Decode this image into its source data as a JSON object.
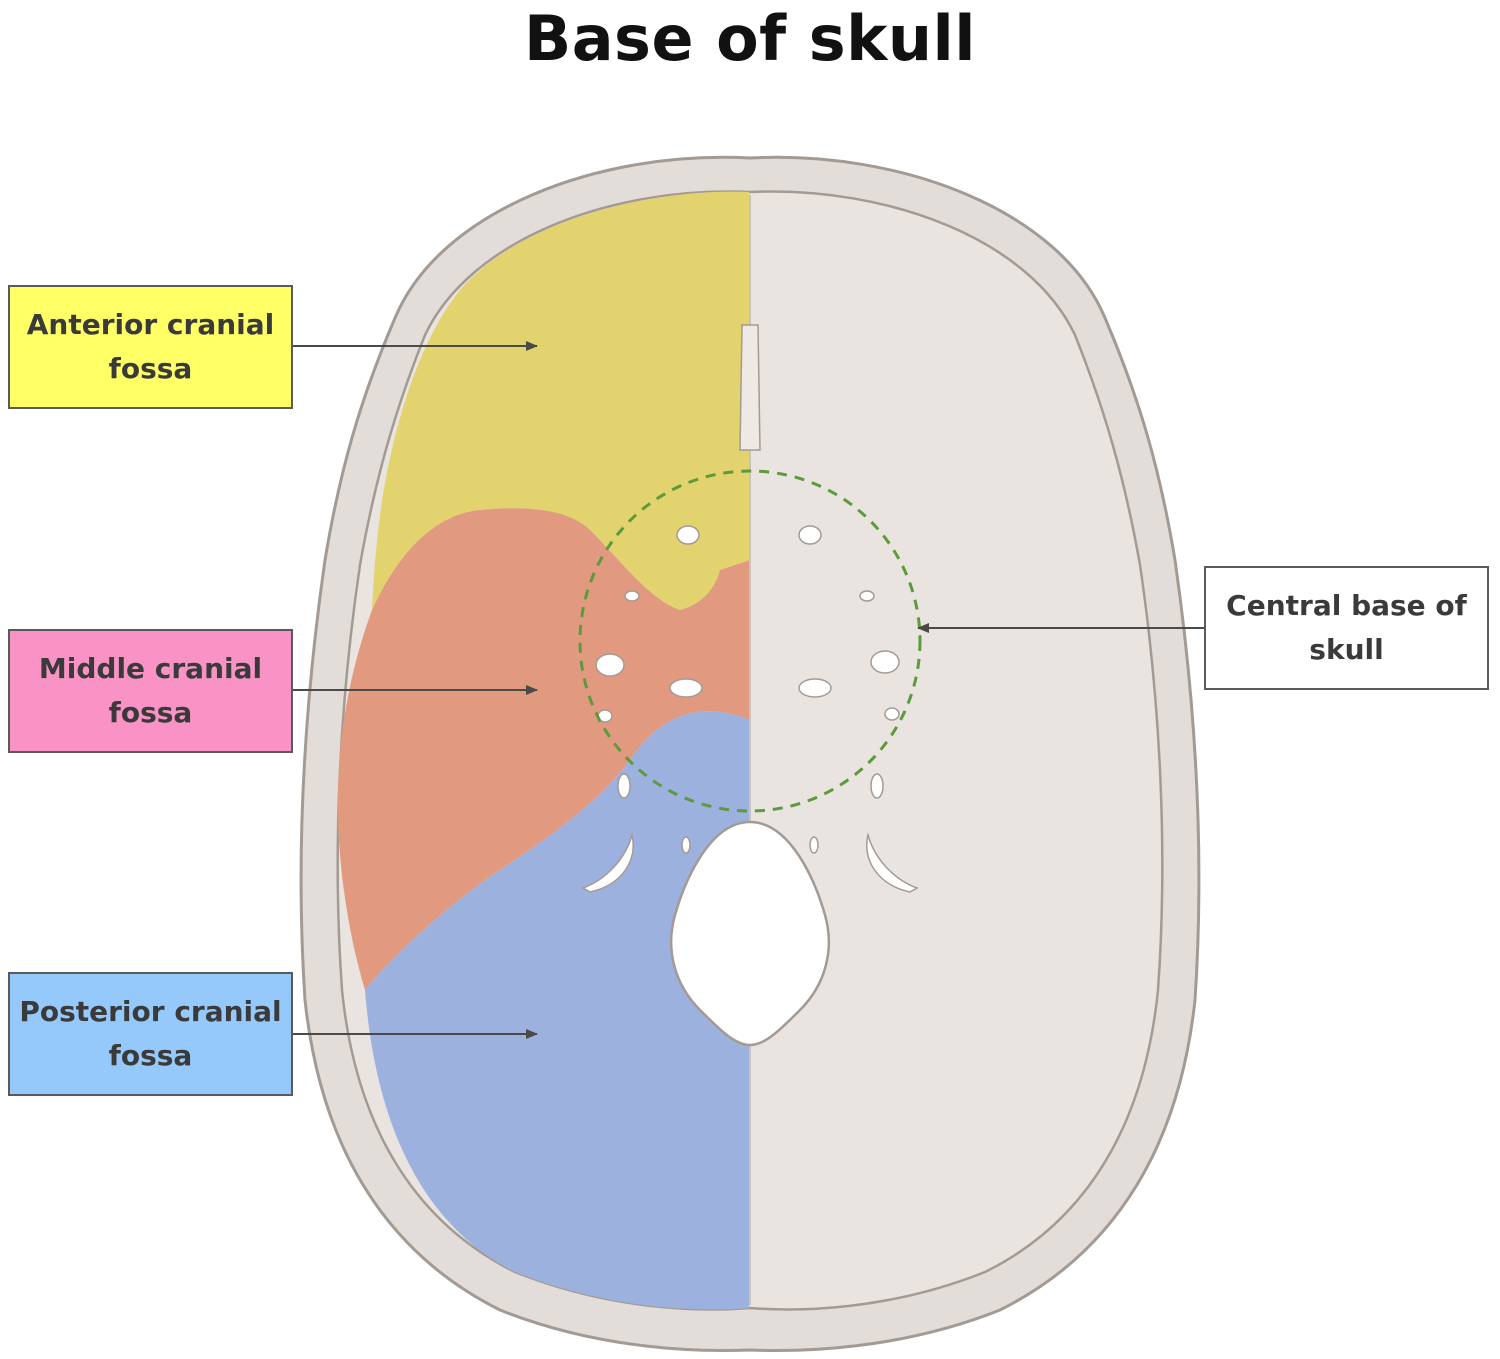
{
  "title": "Base of skull",
  "labels": {
    "anterior": {
      "text": "Anterior cranial\nfossa",
      "color": "#ffff66"
    },
    "middle": {
      "text": "Middle cranial\nfossa",
      "color": "#f993c6"
    },
    "posterior": {
      "text": "Posterior cranial\nfossa",
      "color": "#96c9fb"
    },
    "central": {
      "text": "Central base of\nskull",
      "color": "#ffffff"
    }
  },
  "regions": {
    "anterior_fill": "#e3d36e",
    "middle_fill": "#e19a80",
    "posterior_fill": "#9db1df",
    "bone_fill": "#e9e4df",
    "rim_fill": "#e2ddd8",
    "outline": "#a39a94",
    "circle_stroke": "#5c9a3c"
  }
}
